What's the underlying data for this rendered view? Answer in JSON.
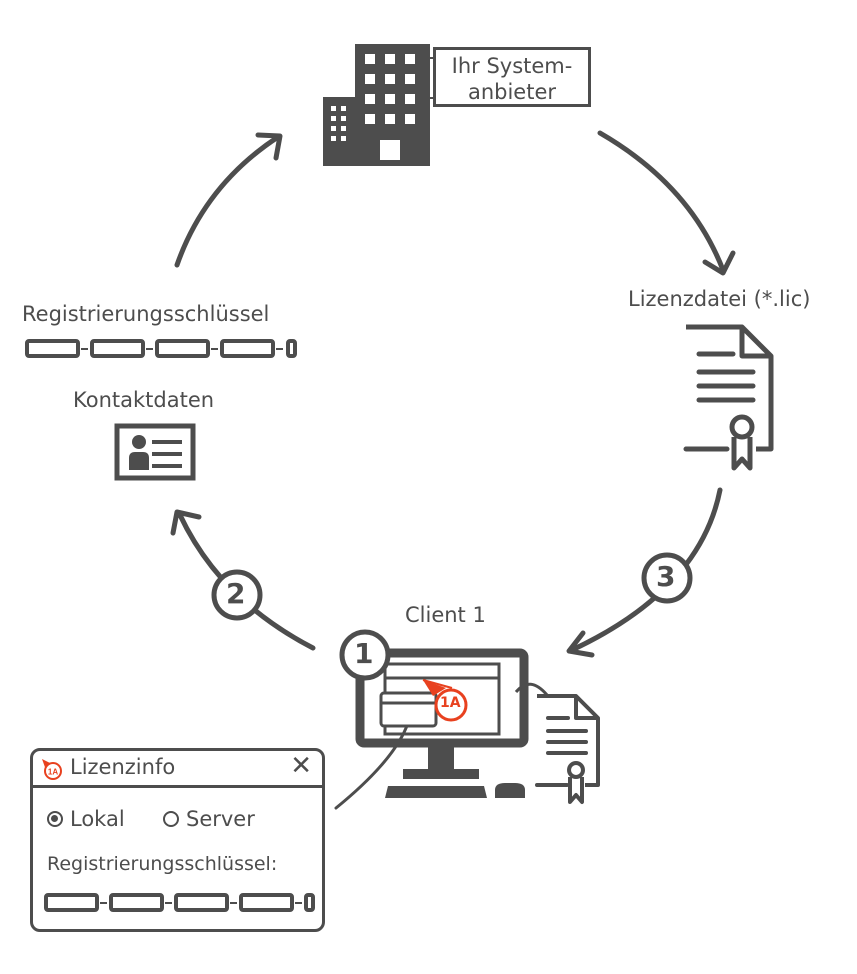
{
  "colors": {
    "ink": "#4d4d4d",
    "accent": "#e8411f",
    "background": "#ffffff"
  },
  "vendor": {
    "label_line1": "Ihr System-",
    "label_line2": "anbieter",
    "icon": "building-icon"
  },
  "left": {
    "registration_key_label": "Registrierungsschlüssel",
    "contact_label": "Kontaktdaten",
    "key_icon": "registration-key-icon",
    "contact_icon": "contact-card-icon"
  },
  "right": {
    "license_file_label": "Lizenzdatei (*.lic)",
    "icon": "license-certificate-icon"
  },
  "client": {
    "label": "Client 1",
    "badge": "1A"
  },
  "steps": [
    "1",
    "2",
    "3"
  ],
  "dialog": {
    "title": "Lizenzinfo",
    "title_badge": "1A",
    "close_symbol": "✕",
    "radio_options": [
      {
        "label": "Lokal",
        "selected": true
      },
      {
        "label": "Server",
        "selected": false
      }
    ],
    "key_label": "Registrierungsschlüssel:"
  }
}
